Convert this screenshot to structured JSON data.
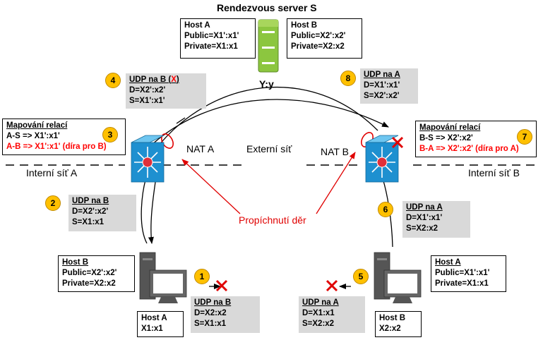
{
  "title": "Rendezvous server S",
  "server_addr": "Y:y",
  "server_table_a": {
    "l1": "Host A",
    "l2": "Public=X1':x1'",
    "l3": "Private=X1:x1"
  },
  "server_table_b": {
    "l1": "Host B",
    "l2": "Public=X2':x2'",
    "l3": "Private=X2:x2"
  },
  "msg4": {
    "head": "UDP na B (",
    "x": "X",
    "tail": ")",
    "d": "D=X2':x2'",
    "s": "S=X1':x1'"
  },
  "msg8": {
    "head": "UDP na A",
    "d": "D=X1':x1'",
    "s": "S=X2':x2'"
  },
  "map_a": {
    "head": "Mapování relací",
    "l1": "A-S => X1':x1'",
    "l2": "A-B => X1':x1' (díra pro B)"
  },
  "map_b": {
    "head": "Mapování relací",
    "l1": "B-S => X2':x2'",
    "l2": "B-A => X2':x2' (díra pro A)"
  },
  "nat_a": "NAT A",
  "nat_b": "NAT B",
  "external": "Externí síť",
  "internal_a": "Interní síť A",
  "internal_b": "Interní síť B",
  "hole_label": "Propíchnutí děr",
  "msg2": {
    "head": "UDP na B",
    "d": "D=X2':x2'",
    "s": "S=X1:x1"
  },
  "msg6": {
    "head": "UDP na A",
    "d": "D=X1':x1'",
    "s": "S=X2:x2"
  },
  "peer_info_a": {
    "l1": "Host B",
    "l2": "Public=X2':x2'",
    "l3": "Private=X2:x2"
  },
  "peer_info_b": {
    "l1": "Host A",
    "l2": "Public=X1':x1'",
    "l3": "Private=X1:x1"
  },
  "host_a": {
    "l1": "Host A",
    "l2": "X1:x1"
  },
  "host_b": {
    "l1": "Host B",
    "l2": "X2:x2"
  },
  "msg1": {
    "head": "UDP na B",
    "d": "D=X2:x2",
    "s": "S=X1:x1"
  },
  "msg5": {
    "head": "UDP na A",
    "d": "D=X1:x1",
    "s": "S=X2:x2"
  },
  "badges": {
    "b1": "1",
    "b2": "2",
    "b3": "3",
    "b4": "4",
    "b5": "5",
    "b6": "6",
    "b7": "7",
    "b8": "8"
  },
  "colors": {
    "server": "#8cc63f",
    "router": "#1e90d0",
    "router_top": "#6ec6f0",
    "hub": "#e0303a",
    "badge": "#ffc000",
    "grey_box": "#d9d9d9",
    "red": "#ff0000",
    "pc": "#555555"
  }
}
